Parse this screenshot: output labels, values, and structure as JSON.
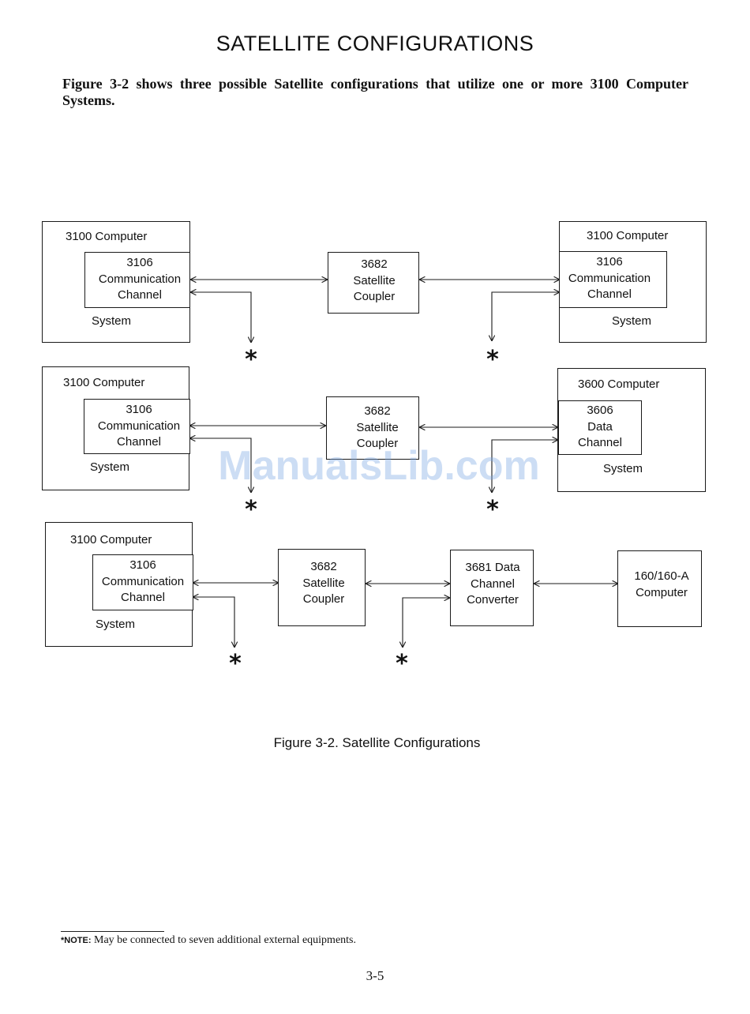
{
  "heading": "SATELLITE CONFIGURATIONS",
  "intro": "Figure 3-2 shows three possible Satellite configurations that utilize one or more 3100 Computer Systems.",
  "configurations": [
    {
      "left_system": {
        "title": "3100 Computer",
        "channel": "3106\nCommunication\nChannel",
        "footer": "System"
      },
      "coupler": "3682\nSatellite\nCoupler",
      "right_system": {
        "title": "3100 Computer",
        "channel": "3106\nCommunication\nChannel",
        "footer": "System"
      },
      "markers": [
        "*",
        "*"
      ]
    },
    {
      "left_system": {
        "title": "3100 Computer",
        "channel": "3106\nCommunication\nChannel",
        "footer": "System"
      },
      "coupler": "3682\nSatellite\nCoupler",
      "right_system": {
        "title": "3600 Computer",
        "channel": "3606\nData\nChannel",
        "footer": "System"
      },
      "markers": [
        "*",
        "*"
      ]
    },
    {
      "left_system": {
        "title": "3100 Computer",
        "channel": "3106\nCommunication\nChannel",
        "footer": "System"
      },
      "coupler": "3682\nSatellite\nCoupler",
      "converter": "3681 Data\nChannel\nConverter",
      "end_computer": "160/160-A\nComputer",
      "markers": [
        "*",
        "*"
      ]
    }
  ],
  "watermark": "ManualsLib.com",
  "caption": "Figure 3-2. Satellite Configurations",
  "footnote": {
    "label": "*NOTE:",
    "text": " May be connected to seven additional external equipments."
  },
  "page_number": "3-5"
}
